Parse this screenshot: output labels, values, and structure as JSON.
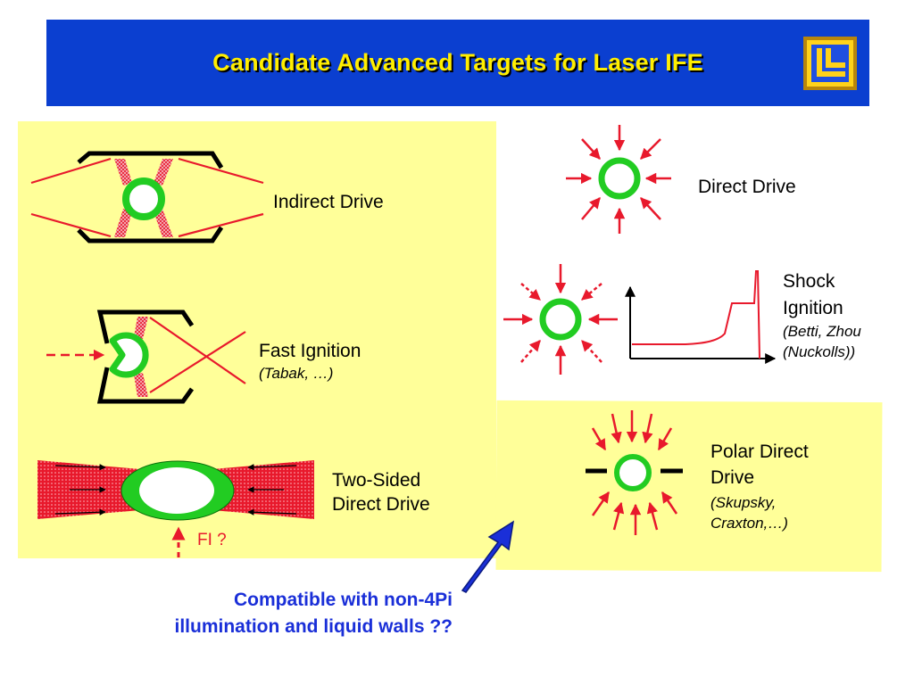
{
  "header": {
    "title": "Candidate Advanced Targets for Laser IFE",
    "colors": {
      "banner": "#0b3fd0",
      "title": "#ffee00"
    },
    "logo_icon": "llnl-logo-icon"
  },
  "targets": {
    "indirect_drive": {
      "label": "Indirect Drive"
    },
    "fast_ignition": {
      "label": "Fast Ignition",
      "note": "(Tabak, …)"
    },
    "two_sided": {
      "line1": "Two-Sided",
      "line2": "Direct Drive",
      "fi_label": "FI ?"
    },
    "direct_drive": {
      "label": "Direct Drive"
    },
    "shock_ignition": {
      "line1": "Shock",
      "line2": "Ignition",
      "note1": "(Betti, Zhou",
      "note2": "(Nuckolls))"
    },
    "polar_direct_drive": {
      "line1": "Polar Direct",
      "line2": "Drive",
      "note1": "(Skupsky,",
      "note2": "Craxton,…)"
    }
  },
  "note": {
    "line1": "Compatible with non-4Pi",
    "line2": "illumination and liquid walls ??"
  },
  "colors": {
    "panel": "#ffff99",
    "beam": "#e8192c",
    "capsule": "#22cc22",
    "note": "#1a2fd8"
  }
}
